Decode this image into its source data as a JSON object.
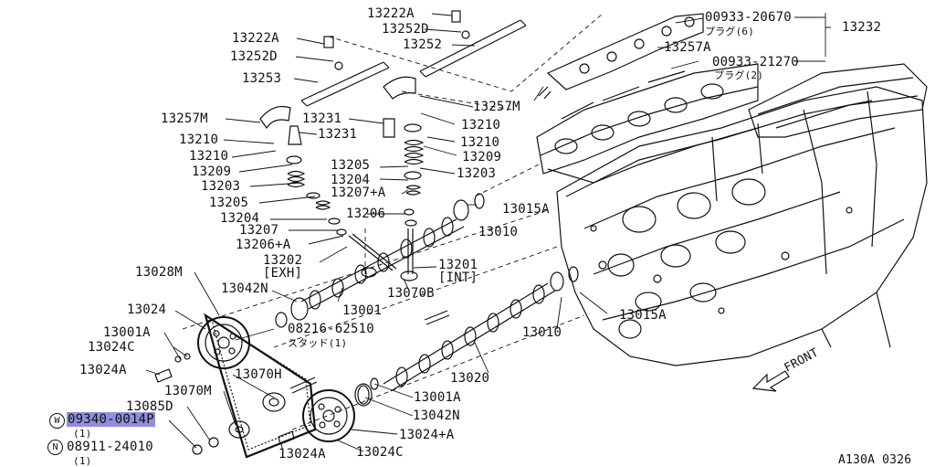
{
  "parts": {
    "p13222A_top": "13222A",
    "p13252D_top": "13252D",
    "p13252": "13252",
    "p13232": "13232",
    "p00933_20670": "00933-20670",
    "p00933_20670_note": "プラグ(6)",
    "p00933_21270": "00933-21270",
    "p00933_21270_note": "プラグ(2)",
    "p13257A": "13257A",
    "p13222A_left": "13222A",
    "p13252D_left": "13252D",
    "p13253": "13253",
    "p13257M_right": "13257M",
    "p13257M_left": "13257M",
    "p13231_mid": "13231",
    "p13231_left": "13231",
    "p13210_r1": "13210",
    "p13210_r2": "13210",
    "p13209_r": "13209",
    "p13203_r": "13203",
    "p13210_l1": "13210",
    "p13210_l2": "13210",
    "p13209_l": "13209",
    "p13203_l": "13203",
    "p13205_mid": "13205",
    "p13204_mid": "13204",
    "p13207A_mid": "13207+A",
    "p13205_l": "13205",
    "p13204_l": "13204",
    "p13207_l": "13207",
    "p13206A_l": "13206+A",
    "p13206_mid": "13206",
    "p13015A_top": "13015A",
    "p13010_top": "13010",
    "p13202": "13202",
    "p13202_note": "[EXH]",
    "p13201": "13201",
    "p13201_note": "[INT]",
    "p13028M": "13028M",
    "p13042N_top": "13042N",
    "p13001": "13001",
    "p13070B": "13070B",
    "p13024": "13024",
    "p08216": "08216-62510",
    "p08216_note": "スタッド(1)",
    "p13015A_bot": "13015A",
    "p13010_bot": "13010",
    "p13001A_left": "13001A",
    "p13024C_left": "13024C",
    "p13024A_left": "13024A",
    "p13070H": "13070H",
    "p13070M": "13070M",
    "p13020": "13020",
    "p13001A_bot": "13001A",
    "p13042N_bot": "13042N",
    "p13085D": "13085D",
    "p13024A_plus": "13024+A",
    "p09340": "09340-0014P",
    "p09340_qty": "(1)",
    "p09340_mark": "W",
    "p08911": "08911-24010",
    "p08911_qty": "(1)",
    "p08911_mark": "N",
    "p13024A_bot": "13024A",
    "p13024C_bot": "13024C",
    "front": "FRONT",
    "code": "A130A 0326"
  },
  "colors": {
    "highlight": "#8f8fdc",
    "ink": "#111111"
  }
}
